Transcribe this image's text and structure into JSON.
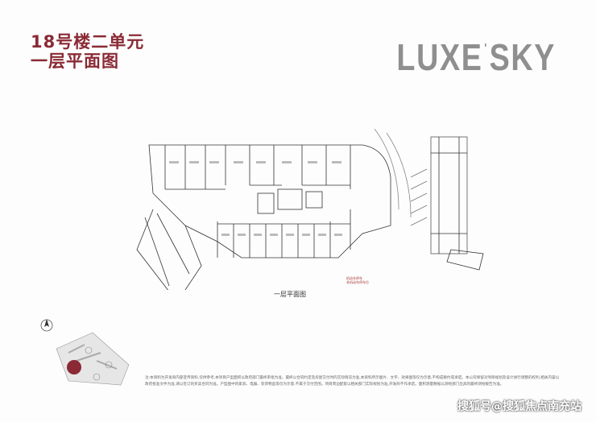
{
  "title": {
    "line1": "18号楼二单元",
    "line2": "一层平面图"
  },
  "brand": {
    "left": "LUXE",
    "tick": "'",
    "right": "SKY"
  },
  "plan": {
    "caption": "一层平面图",
    "legend_line1": "机动车停车",
    "legend_line2": "非机动车停车位"
  },
  "notes": "注:本资料为开发商内部宣传资料,仅供参考,本项目户型面积以政府部门最终审批为准。最终以合同约定及房屋交付时的实际情况为准,本资料所示图片、文字、效果图等仅为示意,不构成要约或承诺。本公司保留对项目规划及设计进行调整的权利,相关内容以政府批准文件为准,请以签订的买卖合同为准。户型图中的家具、电器、装饰物品等仅为示意,不属于交付范围。项目周边配套以相关部门实际规划为准,开发商不作承诺。面积测量数据以测绘部门出具的最终测绘报告为准。",
  "watermark": "搜狐号@搜狐焦点南充站"
}
